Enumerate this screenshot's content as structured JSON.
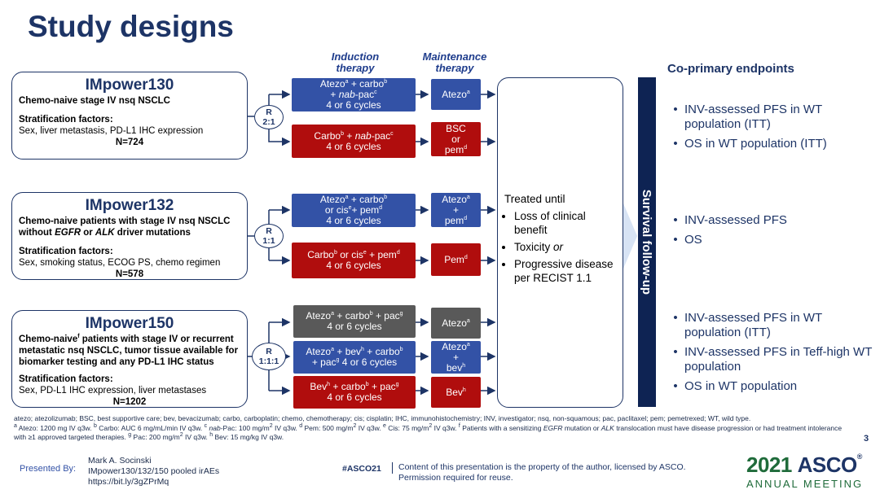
{
  "title": "Study designs",
  "headers": {
    "induction": "Induction therapy",
    "maintenance": "Maintenance therapy"
  },
  "trials": [
    {
      "name": "IMpower130",
      "population": "Chemo-naive stage IV nsq NSCLC",
      "strat_header": "Stratification factors:",
      "strat": "Sex, liver metastasis, PD-L1 IHC expression",
      "n": "N=724",
      "randomization": [
        "R",
        "2:1"
      ]
    },
    {
      "name": "IMpower132",
      "population": "Chemo-naive patients with stage IV nsq NSCLC without EGFR or ALK driver mutations",
      "strat_header": "Stratification factors:",
      "strat": "Sex, smoking status, ECOG PS, chemo regimen",
      "n": "N=578",
      "randomization": [
        "R",
        "1:1"
      ]
    },
    {
      "name": "IMpower150",
      "population": "Chemo-naivef patients with stage IV or recurrent metastatic nsq NSCLC, tumor tissue available for biomarker testing and any PD-L1 IHC status",
      "strat_header": "Stratification factors:",
      "strat": "Sex, PD-L1 IHC expression, liver metastases",
      "n": "N=1202",
      "randomization": [
        "R",
        "1:1:1"
      ]
    }
  ],
  "arms": [
    {
      "induction": "Atezoa + carbob + nab-pacc 4 or 6 cycles",
      "maintenance": "Atezoa",
      "color": "#3352a6"
    },
    {
      "induction": "Carbob + nab-pacc 4 or 6 cycles",
      "maintenance": "BSC or pemd",
      "color": "#b00d0d"
    },
    {
      "induction": "Atezoa + carbob or cise+ pemd 4 or 6 cycles",
      "maintenance": "Atezoa + pemd",
      "color": "#3352a6"
    },
    {
      "induction": "Carbob or cise + pemd 4 or 6 cycles",
      "maintenance": "Pemd",
      "color": "#b00d0d"
    },
    {
      "induction": "Atezoa + carbob + pacg 4 or 6 cycles",
      "maintenance": "Atezoa",
      "color": "#595959"
    },
    {
      "induction": "Atezoa + bevh + carbob + pacg 4 or 6 cycles",
      "maintenance": "Atezoa + bevh",
      "color": "#3352a6"
    },
    {
      "induction": "Bevh + carbob + pacg 4 or 6 cycles",
      "maintenance": "Bevh",
      "color": "#b00d0d"
    }
  ],
  "treated": {
    "heading": "Treated until",
    "items": [
      "Loss of clinical benefit",
      "Toxicity or",
      "Progressive disease per RECIST 1.1"
    ]
  },
  "survival": "Survival follow-up",
  "endpoints": {
    "heading": "Co-primary endpoints",
    "groups": [
      [
        "INV-assessed PFS in WT population (ITT)",
        "OS in WT population (ITT)"
      ],
      [
        "INV-assessed PFS",
        "OS"
      ],
      [
        "INV-assessed PFS in WT population (ITT)",
        "INV-assessed PFS in Teff-high WT population",
        "OS in WT population"
      ]
    ]
  },
  "footnotes": {
    "abbrev": "atezo; atezolizumab; BSC, best supportive care; bev, bevacizumab; carbo, carboplatin; chemo, chemotherapy; cis; cisplatin; IHC, immunohistochemistry; INV, investigator; nsq, non-squamous; pac, paclitaxel; pem; pemetrexed; WT, wild type.",
    "doses": "a Atezo: 1200 mg IV q3w. b Carbo: AUC 6 mg/mL/min IV q3w. c nab-Pac: 100 mg/m2 IV q3w. d Pem: 500 mg/m2 IV q3w. e Cis: 75 mg/m2 IV q3w. f Patients with a sensitizing EGFR mutation or ALK translocation must have disease progression or had treatment intolerance with ≥1 approved targeted therapies. g Pac: 200 mg/m2 IV q3w. h Bev: 15 mg/kg IV q3w."
  },
  "page_number": "3",
  "footer": {
    "presented_by": "Presented By:",
    "presenter": "Mark A. Socinski",
    "study": "IMpower130/132/150 pooled irAEs",
    "link": "https://bit.ly/3gZPrMq",
    "hashtag": "#ASCO21",
    "copyright": "Content of this presentation is the property of the author, licensed by ASCO. Permission required for reuse.",
    "brand_year": "2021",
    "brand_name": "ASCO",
    "brand_meeting": "ANNUAL MEETING"
  }
}
